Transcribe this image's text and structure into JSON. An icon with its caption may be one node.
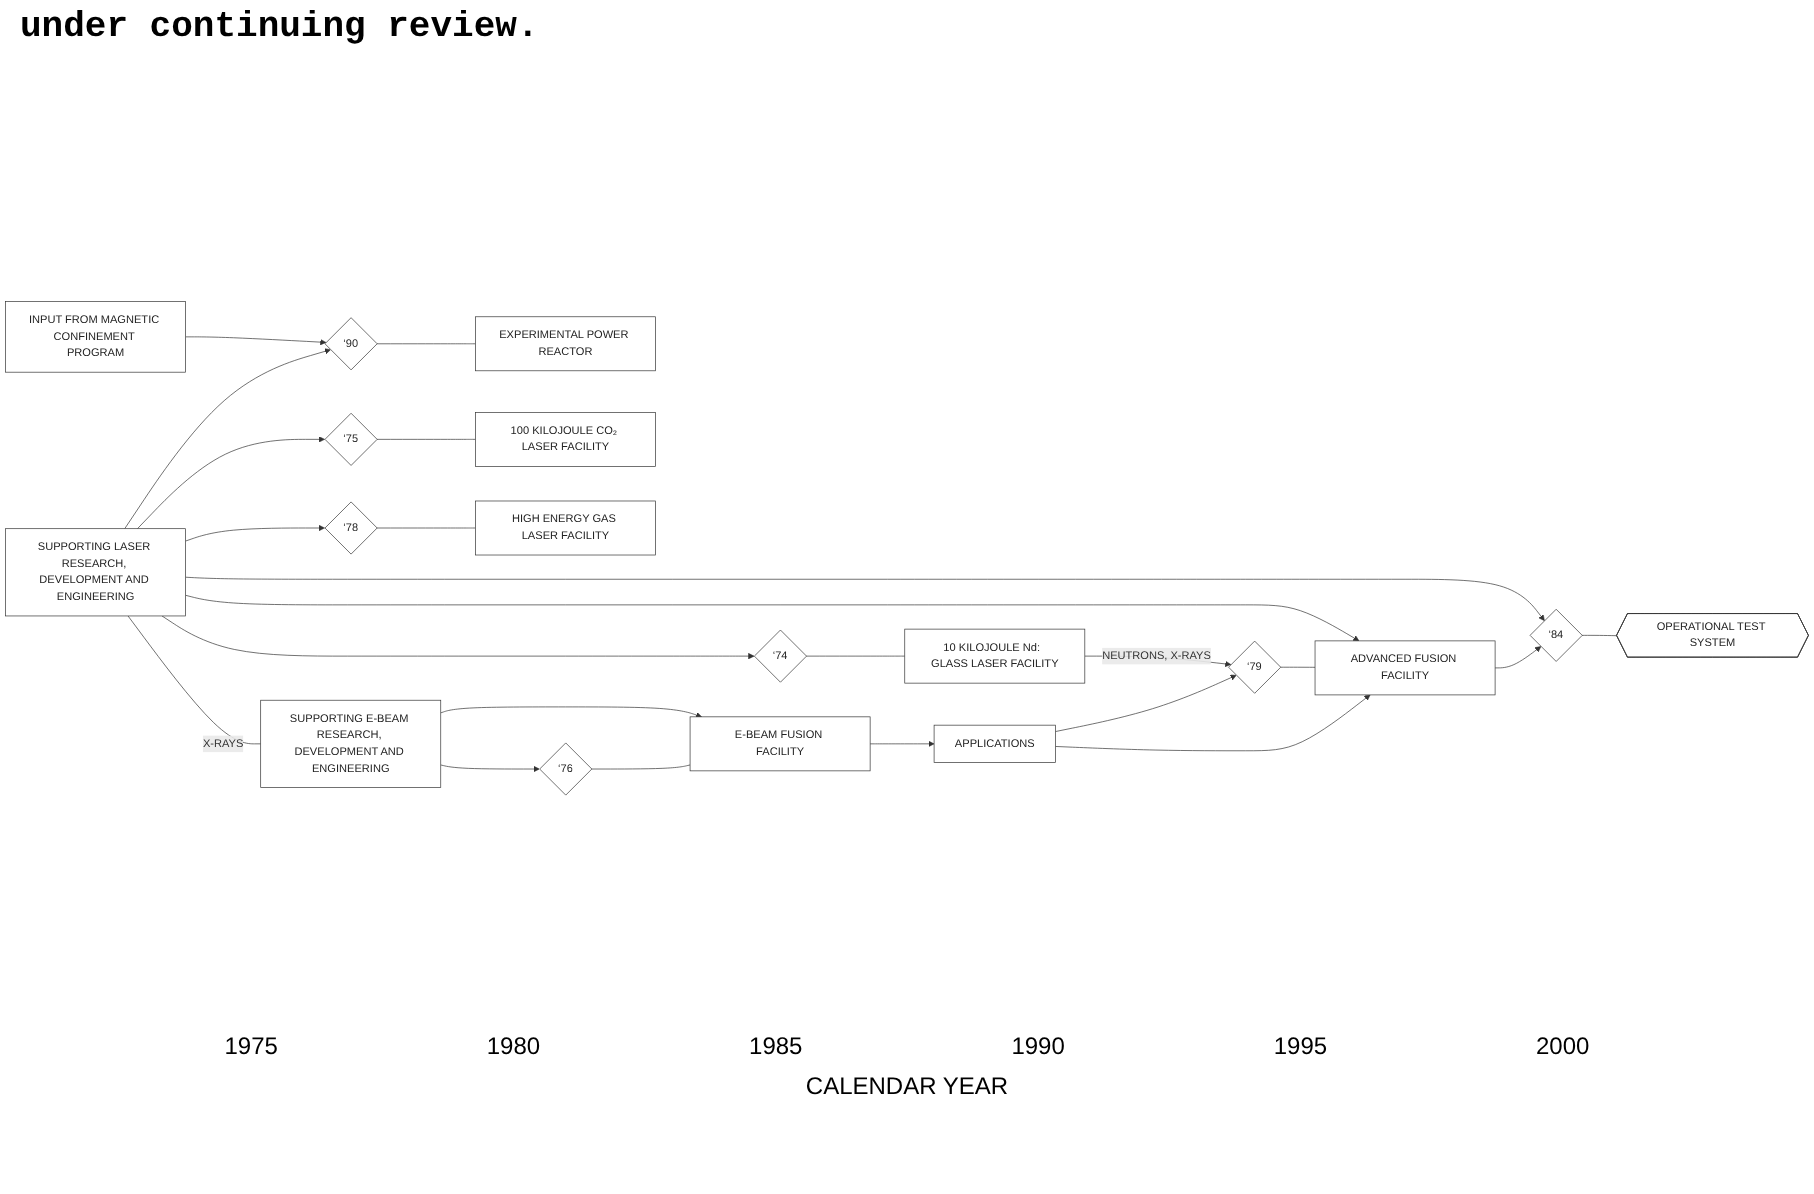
{
  "diagram": {
    "nodes": [
      {
        "text": [
          "INPUT FROM MAGNETIC CONFINEMENT PROGRAM"
        ]
      },
      {
        "text": [
          "‘90"
        ]
      },
      {
        "text": [
          "EXPERIMENTAL POWER REACTOR"
        ]
      },
      {
        "text": [
          "SUPPORTING LASER RESEARCH, DEVELOPMENT AND ENGINEERING"
        ]
      },
      {
        "text": [
          "‘74"
        ]
      },
      {
        "text": [
          "10 KILOJOULE Nd:  GLASS LASER FACILITY"
        ]
      },
      {
        "text": [
          "‘75"
        ]
      },
      {
        "text": [
          "100 KILOJOULE CO₂ LASER FACILITY"
        ]
      },
      {
        "text": [
          "‘78"
        ]
      },
      {
        "text": [
          "HIGH ENERGY GAS LASER FACILITY"
        ]
      },
      {
        "text": [
          "‘84"
        ]
      },
      {
        "text": [
          "OPERATIONAL TEST SYSTEM"
        ]
      },
      {
        "text": [
          "‘79"
        ]
      },
      {
        "text": [
          "ADVANCED FUSION FACILITY"
        ]
      },
      {
        "text": [
          "APPLICATIONS"
        ]
      },
      {
        "text": [
          "‘76"
        ]
      },
      {
        "text": [
          "E-BEAM FUSION FACILITY"
        ]
      },
      {
        "text": [
          "SUPPORTING E-BEAM RESEARCH, DEVELOPMENT AND ENGINEERING"
        ]
      }
    ],
    "edges": [
      {
        "from": 0,
        "to": 1,
        "arrow": "to"
      },
      {
        "from": 3,
        "to": 1,
        "arrow": "to"
      },
      {
        "from": 1,
        "to": 2,
        "arrow": "none"
      },
      {
        "from": 3,
        "to": 4,
        "arrow": "to"
      },
      {
        "from": 4,
        "to": 5,
        "arrow": "none"
      },
      {
        "from": 3,
        "to": 6,
        "arrow": "to"
      },
      {
        "from": 6,
        "to": 7,
        "arrow": "none"
      },
      {
        "from": 3,
        "to": 8,
        "arrow": "to"
      },
      {
        "from": 8,
        "to": 9,
        "arrow": "none"
      },
      {
        "from": 5,
        "to": 12,
        "label": "NEUTRONS, X-RAYS",
        "arrow": "to"
      },
      {
        "from": 3,
        "to": 10,
        "arrow": "to"
      },
      {
        "from": 13,
        "to": 10,
        "arrow": "to"
      },
      {
        "from": 10,
        "to": 11,
        "arrow": "none"
      },
      {
        "from": 3,
        "to": 13,
        "arrow": "to"
      },
      {
        "from": 12,
        "to": 13,
        "arrow": "none"
      },
      {
        "from": 17,
        "to": 16,
        "arrow": "to"
      },
      {
        "from": 16,
        "to": 14,
        "arrow": "to"
      },
      {
        "from": 14,
        "to": 12,
        "arrow": "to"
      },
      {
        "from": 14,
        "to": 13,
        "arrow": "to"
      },
      {
        "from": 17,
        "to": 15,
        "arrow": "to"
      },
      {
        "from": 15,
        "to": 16,
        "arrow": "none"
      },
      {
        "from": 3,
        "to": 17,
        "label": "X-RAYS",
        "arrow": "none"
      }
    ],
    "labels": [
      "under continuing review.",
      "1975",
      "1980",
      "1985",
      "1990",
      "1995",
      "2000",
      "CALENDAR YEAR"
    ]
  }
}
